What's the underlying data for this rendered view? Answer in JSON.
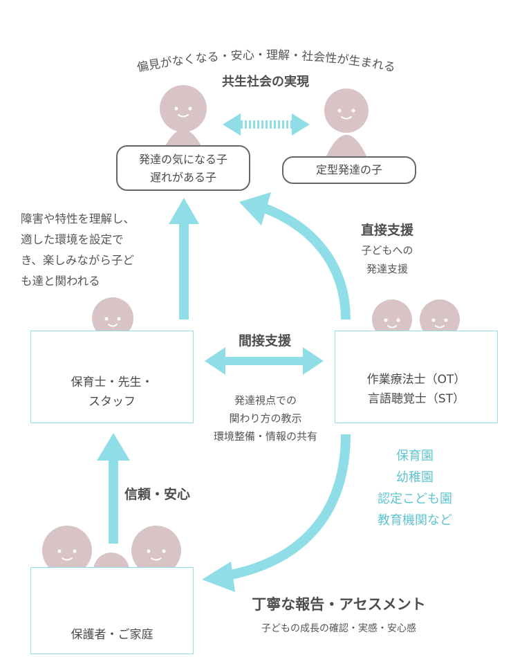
{
  "top": {
    "arc_caption": "偏見がなくなる・安心・理解・社会性が生まれる",
    "title": "共生社会の実現",
    "child_left_line1": "発達の気になる子",
    "child_left_line2": "遅れがある子",
    "child_right": "定型発達の子"
  },
  "left_note": {
    "lines": [
      "障害や特性を理解し、",
      "適した環境を設定で",
      "き、楽しみながら子ど",
      "も達と関われる"
    ]
  },
  "direct_support": {
    "title": "直接支援",
    "line1": "子どもへの",
    "line2": "発達支援"
  },
  "indirect_support": {
    "title": "間接支援",
    "lines": [
      "発達視点での",
      "関わり方の教示",
      "環境整備・情報の共有"
    ]
  },
  "staff_box": {
    "line1": "保育士・先生・",
    "line2": "スタッフ"
  },
  "therapist_box": {
    "line1": "作業療法士（OT）",
    "line2": "言語聴覚士（ST）"
  },
  "institutions": {
    "items": [
      "保育園",
      "幼稚園",
      "認定こども園",
      "教育機関など"
    ]
  },
  "trust_label": "信頼・安心",
  "family_box": {
    "label": "保護者・ご家庭"
  },
  "report": {
    "title": "丁寧な報告・アセスメント",
    "subtitle": "子どもの成長の確認・実感・安心感"
  },
  "colors": {
    "accent": "#8fdde6",
    "figure": "#d8c4c6",
    "text": "#4d4d4d",
    "teal_text": "#5fc4cf"
  },
  "icons": [
    "person-figure-icon",
    "double-arrow-icon",
    "up-arrow-icon",
    "curved-arrow-icon"
  ]
}
